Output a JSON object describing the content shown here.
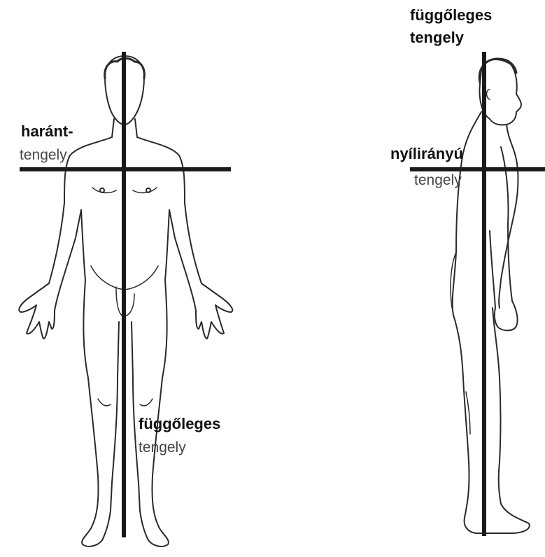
{
  "front_view": {
    "horizontal_axis_label_bold": "haránt-",
    "horizontal_axis_label_regular": "tengely",
    "vertical_axis_label_bold": "függőleges",
    "vertical_axis_label_regular": "tengely"
  },
  "side_view": {
    "vertical_axis_label_line1": "függőleges",
    "vertical_axis_label_line2": "tengely",
    "sagittal_axis_label_bold": "nyílirányú",
    "sagittal_axis_label_regular": "tengely"
  },
  "colors": {
    "axis_line": "#1a1a1a",
    "outline": "#2a2a2a",
    "label_bold": "#111111",
    "label_regular": "#444444"
  }
}
